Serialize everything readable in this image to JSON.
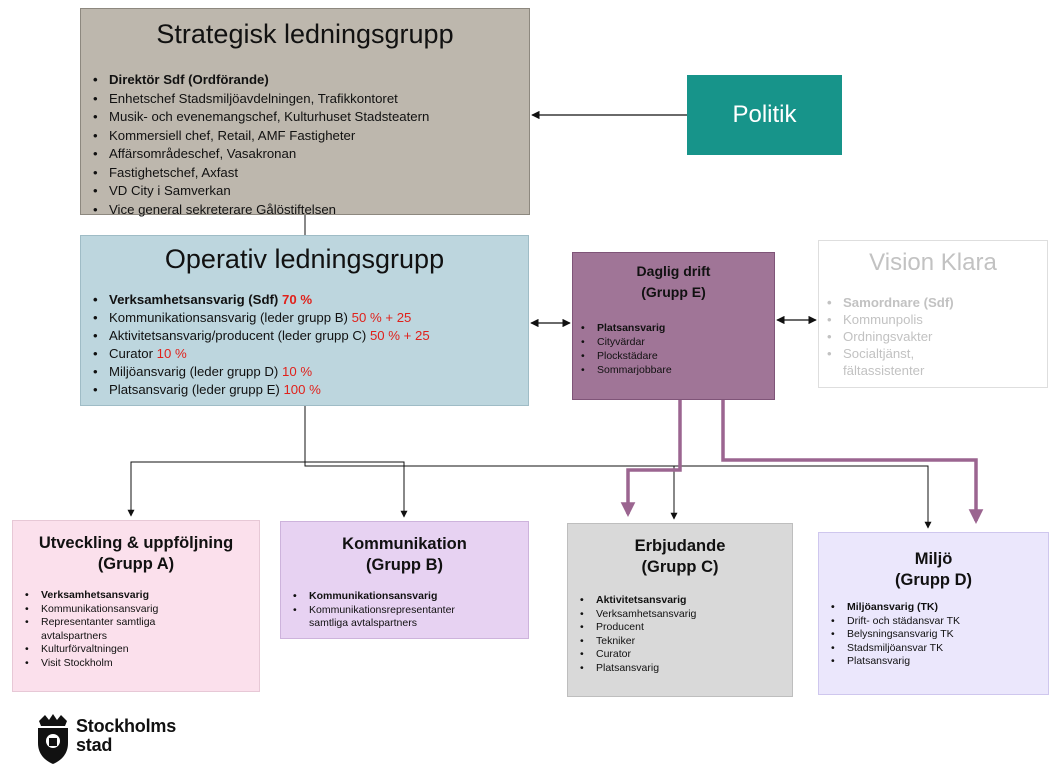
{
  "strategisk": {
    "title": "Strategisk ledningsgrupp",
    "items": [
      "Direktör Sdf (Ordförande)",
      "Enhetschef Stadsmiljöavdelningen, Trafikkontoret",
      "Musik- och evenemangschef, Kulturhuset Stadsteatern",
      "Kommersiell chef, Retail, AMF Fastigheter",
      "Affärsområdeschef, Vasakronan",
      "Fastighetschef, Axfast",
      "VD City i Samverkan",
      "Vice general sekreterare Gålöstiftelsen"
    ]
  },
  "politik": {
    "label": "Politik"
  },
  "operativ": {
    "title": "Operativ ledningsgrupp",
    "items": [
      {
        "text": "Verksamhetsansvarig (Sdf) ",
        "pct": "70 %"
      },
      {
        "text": "Kommunikationsansvarig (leder grupp B) ",
        "pct": "50 % + 25"
      },
      {
        "text": "Aktivitetsansvarig/producent (leder grupp C) ",
        "pct": "50 % + 25"
      },
      {
        "text": "Curator ",
        "pct": "10 %"
      },
      {
        "text": "Miljöansvarig (leder grupp D) ",
        "pct": "10 %"
      },
      {
        "text": "Platsansvarig (leder grupp E) ",
        "pct": "100 %"
      }
    ]
  },
  "daglig": {
    "title_line1": "Daglig drift",
    "title_line2": "(Grupp E)",
    "items": [
      "Platsansvarig",
      "Cityvärdar",
      "Plockstädare",
      "Sommarjobbare"
    ]
  },
  "vision": {
    "title": "Vision Klara",
    "items": [
      "Samordnare (Sdf)",
      "Kommunpolis",
      "Ordningsvakter",
      "Socialtjänst,",
      "fältassistenter"
    ]
  },
  "groups": {
    "a": {
      "title_line1": "Utveckling & uppföljning",
      "title_line2": "(Grupp A)",
      "items": [
        "Verksamhetsansvarig",
        "Kommunikationsansvarig",
        "Representanter samtliga",
        "avtalspartners",
        "Kulturförvaltningen",
        "Visit Stockholm"
      ]
    },
    "b": {
      "title_line1": "Kommunikation",
      "title_line2": "(Grupp B)",
      "items": [
        "Kommunikationsansvarig",
        "Kommunikationsrepresentanter",
        "samtliga avtalspartners"
      ]
    },
    "c": {
      "title_line1": "Erbjudande",
      "title_line2": "(Grupp C)",
      "items": [
        "Aktivitetsansvarig",
        "Verksamhetsansvarig",
        "Producent",
        "Tekniker",
        "Curator",
        "Platsansvarig"
      ]
    },
    "d": {
      "title_line1": "Miljö",
      "title_line2": "(Grupp D)",
      "items": [
        "Miljöansvarig (TK)",
        "Drift- och städansvar TK",
        "Belysningsansvarig TK",
        "Stadsmiljöansvar TK",
        "Platsansvarig"
      ]
    }
  },
  "logo": {
    "line1": "Stockholms",
    "line2": "stad"
  },
  "colors": {
    "strategisk": "#bdb7ad",
    "politik": "#17948a",
    "operativ": "#bdd6de",
    "daglig": "#a07597",
    "purple_arrow": "#9b6590",
    "percent_red": "#e0211b"
  }
}
